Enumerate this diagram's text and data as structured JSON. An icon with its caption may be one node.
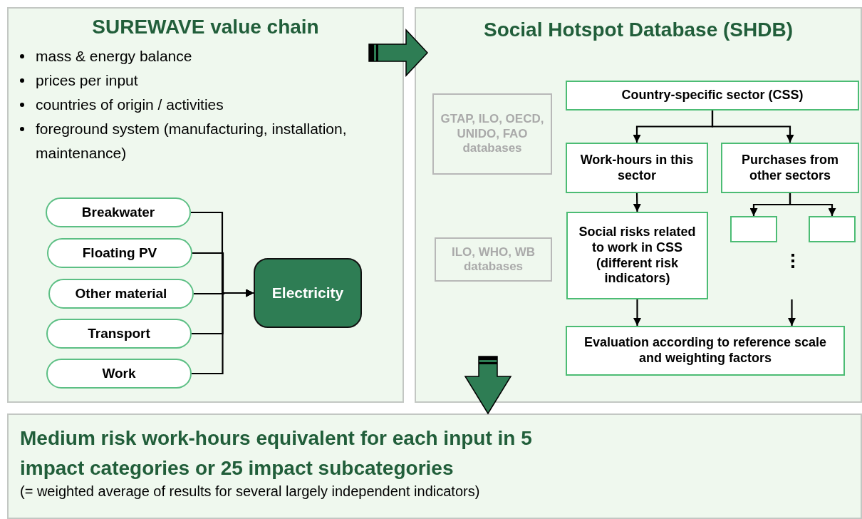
{
  "diagram": {
    "nodes": [
      {
        "text": [
          "SUREWAVE value chain",
          "mass & energy balance",
          "prices per input",
          "countries of origin / activities",
          "foreground system (manufacturing, installation, maintenance)"
        ]
      },
      {
        "text": [
          "Breakwater"
        ],
        "in": 0
      },
      {
        "text": [
          "Floating PV"
        ],
        "in": 0
      },
      {
        "text": [
          "Other material"
        ],
        "in": 0
      },
      {
        "text": [
          "Transport"
        ],
        "in": 0
      },
      {
        "text": [
          "Work"
        ],
        "in": 0
      },
      {
        "text": [
          "Electricity"
        ],
        "in": 0
      },
      {
        "text": [
          "Social Hotspot Database (SHDB)"
        ]
      },
      {
        "text": [
          "GTAP, ILO, OECD, UNIDO, FAO databases"
        ],
        "in": 7
      },
      {
        "text": [
          "Country-specific sector (CSS)"
        ],
        "in": 7
      },
      {
        "text": [
          "Work-hours in this sector"
        ],
        "in": 7
      },
      {
        "text": [
          "Purchases from other sectors"
        ],
        "in": 7
      },
      {
        "text": [
          "Social risks related to work in CSS (different risk indicators)"
        ],
        "in": 7
      },
      {
        "text": [],
        "shape": "box",
        "in": 7
      },
      {
        "text": [],
        "shape": "box",
        "in": 7
      },
      {
        "text": [
          "ILO, WHO, WB databases"
        ],
        "in": 7
      },
      {
        "text": [
          "Evaluation according to reference scale and weighting factors"
        ],
        "in": 7
      },
      {
        "text": [
          "Medium risk work-hours equivalent for each input in 5 impact categories or 25 impact subcategories",
          "(= weighted average of results for several largely independent indicators)"
        ]
      }
    ],
    "edges": [
      {
        "from": 1,
        "to": 6,
        "arrow": "to"
      },
      {
        "from": 2,
        "to": 6,
        "arrow": "to"
      },
      {
        "from": 3,
        "to": 6,
        "arrow": "to"
      },
      {
        "from": 4,
        "to": 6,
        "arrow": "to"
      },
      {
        "from": 5,
        "to": 6,
        "arrow": "to"
      },
      {
        "from": 9,
        "to": 10,
        "arrow": "to"
      },
      {
        "from": 9,
        "to": 11,
        "arrow": "to"
      },
      {
        "from": 10,
        "to": 12,
        "arrow": "to"
      },
      {
        "from": 11,
        "to": 13,
        "arrow": "to"
      },
      {
        "from": 11,
        "to": 14,
        "arrow": "to"
      },
      {
        "from": 12,
        "to": 16,
        "arrow": "to"
      },
      {
        "from": null,
        "to": 16,
        "arrow": "to"
      },
      {
        "from": 0,
        "to": 7,
        "arrow": "to",
        "style": "thick",
        "color": "#2e7d54"
      },
      {
        "from": 7,
        "to": 17,
        "arrow": "to",
        "style": "thick",
        "color": "#2e7d54"
      }
    ]
  }
}
